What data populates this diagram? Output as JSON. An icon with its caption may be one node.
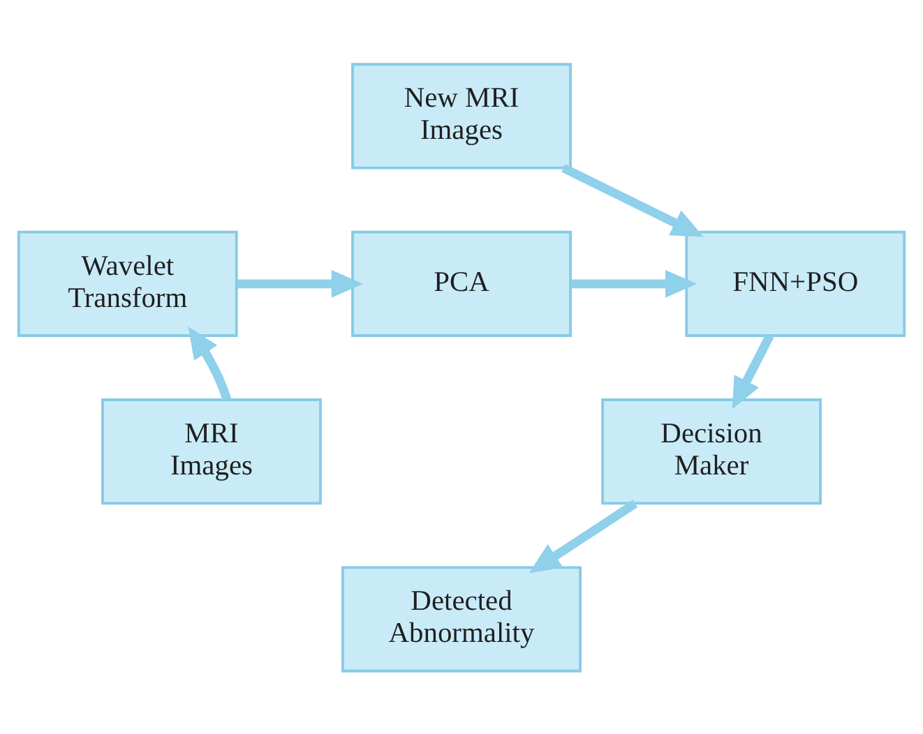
{
  "diagram": {
    "nodes": [
      {
        "text": [
          "New MRI Images"
        ]
      },
      {
        "text": [
          "Wavelet Transform"
        ]
      },
      {
        "text": [
          "PCA"
        ]
      },
      {
        "text": [
          "FNN+PSO"
        ]
      },
      {
        "text": [
          "MRI Images"
        ]
      },
      {
        "text": [
          "Decision Maker"
        ]
      },
      {
        "text": [
          "Detected Abnormality"
        ]
      }
    ],
    "edges": [
      {
        "from": 4,
        "to": 1,
        "arrow": "to"
      },
      {
        "from": 1,
        "to": 2,
        "arrow": "to"
      },
      {
        "from": 2,
        "to": 3,
        "arrow": "to"
      },
      {
        "from": 0,
        "to": 3,
        "arrow": "to"
      },
      {
        "from": 3,
        "to": 5,
        "arrow": "to"
      },
      {
        "from": 5,
        "to": 6,
        "arrow": "to"
      }
    ]
  }
}
